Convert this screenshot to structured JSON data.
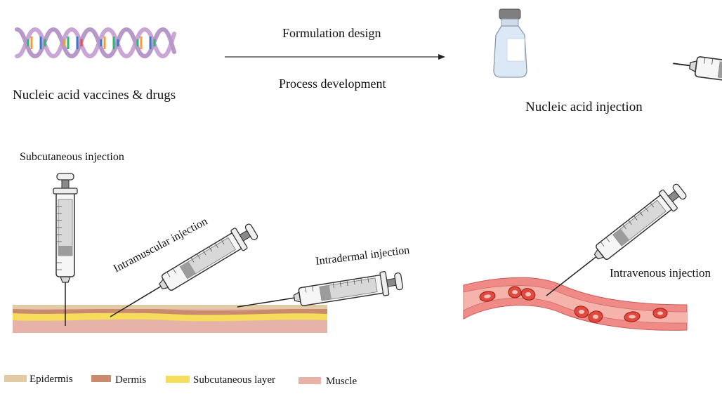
{
  "labels": {
    "nucleic_acid_vaccines": "Nucleic acid vaccines & drugs",
    "formulation_design": "Formulation design",
    "process_development": "Process development",
    "nucleic_acid_injection": "Nucleic acid injection",
    "subcutaneous_injection": "Subcutaneous injection",
    "intramuscular_injection": "Intramuscular injection",
    "intradermal_injection": "Intradermal injection",
    "intravenous_injection": "Intravenous injection"
  },
  "legend": [
    {
      "label": "Epidermis",
      "color": "#e2cba4"
    },
    {
      "label": "Dermis",
      "color": "#c98a6e"
    },
    {
      "label": "Subcutaneous layer",
      "color": "#f5dc5a"
    },
    {
      "label": "Muscle",
      "color": "#e7b3a8"
    }
  ],
  "colors": {
    "dna_backbone": "#c9a6d6",
    "vial": "#dbe9f7",
    "vial_cap": "#7f7f7f",
    "vessel_wall": "#f08a86",
    "vessel_lumen": "#f6b3ab",
    "blood_cell": "#e04a3e"
  }
}
